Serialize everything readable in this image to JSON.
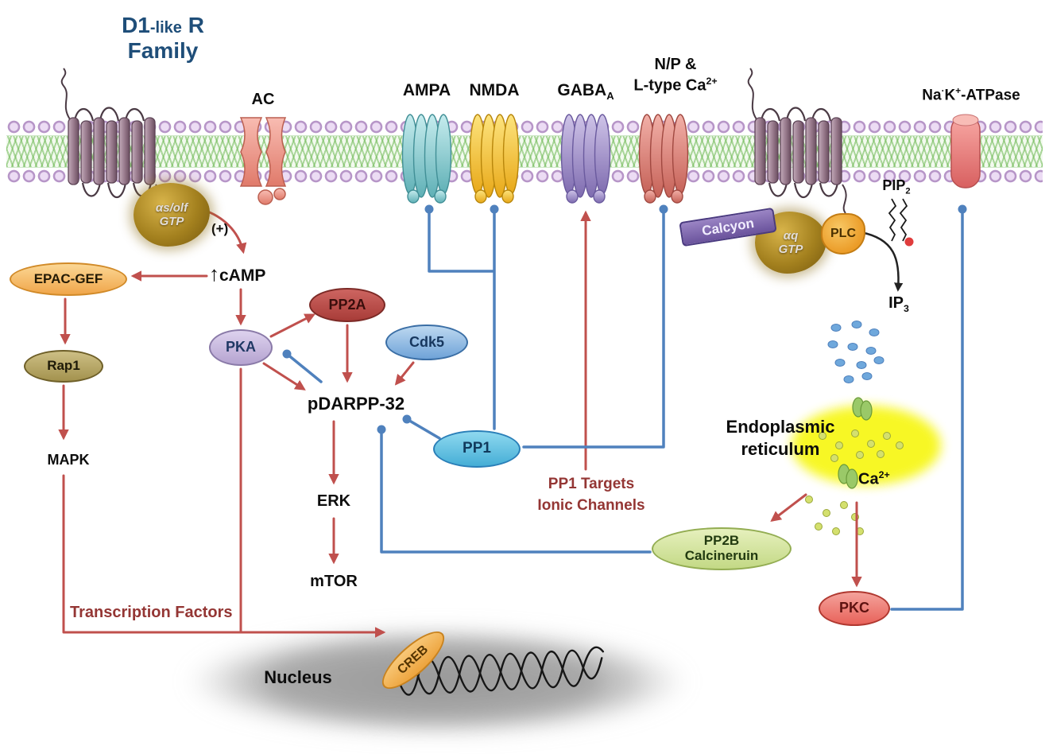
{
  "colors": {
    "activation_arrow": "#c0504d",
    "inhibition_line": "#4f81bd",
    "title_blue": "#1f4e79",
    "dark_red_text": "#943634",
    "er_yellow": "#f6f600",
    "nucleus_gray": "#a0a0a0"
  },
  "title": {
    "main": "D1",
    "suffix": "-like",
    "receptor": " R",
    "line2": "Family"
  },
  "membrane": {
    "ac": "AC",
    "ampa": "AMPA",
    "nmda": "NMDA",
    "gaba": {
      "main": "GABA",
      "sub": "A"
    },
    "ca_channel": {
      "line1": "N/P &",
      "line2": "L-type Ca",
      "sup": "2+"
    },
    "atpase": {
      "p1": "Na",
      "s1": "·",
      "p2": "K",
      "s2": "+",
      "p3": "-ATPase"
    }
  },
  "g_proteins": {
    "gs": {
      "line1": "αs/olf",
      "line2": "GTP"
    },
    "gq": {
      "line1": "αq",
      "line2": "GTP"
    },
    "calcyon": "Calcyon",
    "plc": "PLC",
    "plus": "(+)"
  },
  "messengers": {
    "camp_arrow": "↑",
    "camp": "cAMP",
    "pip2": {
      "main": "PIP",
      "sub": "2"
    },
    "ip3": {
      "main": "IP",
      "sub": "3"
    },
    "ca_ion": {
      "main": "Ca",
      "sup": "2+"
    }
  },
  "nodes": {
    "epac": "EPAC-GEF",
    "rap1": "Rap1",
    "mapk": "MAPK",
    "pka": "PKA",
    "pp2a": "PP2A",
    "cdk5": "Cdk5",
    "pdarpp": "pDARPP-32",
    "pp1": "PP1",
    "erk": "ERK",
    "mtor": "mTOR",
    "pp2b": {
      "line1": "PP2B",
      "line2": "Calcineruin"
    },
    "pkc": "PKC",
    "creb": "CREB"
  },
  "annotations": {
    "pp1_targets": {
      "line1": "PP1 Targets",
      "line2": "Ionic Channels"
    },
    "transcription_factors": "Transcription Factors",
    "er": {
      "line1": "Endoplasmic",
      "line2": "reticulum"
    },
    "nucleus": "Nucleus"
  }
}
